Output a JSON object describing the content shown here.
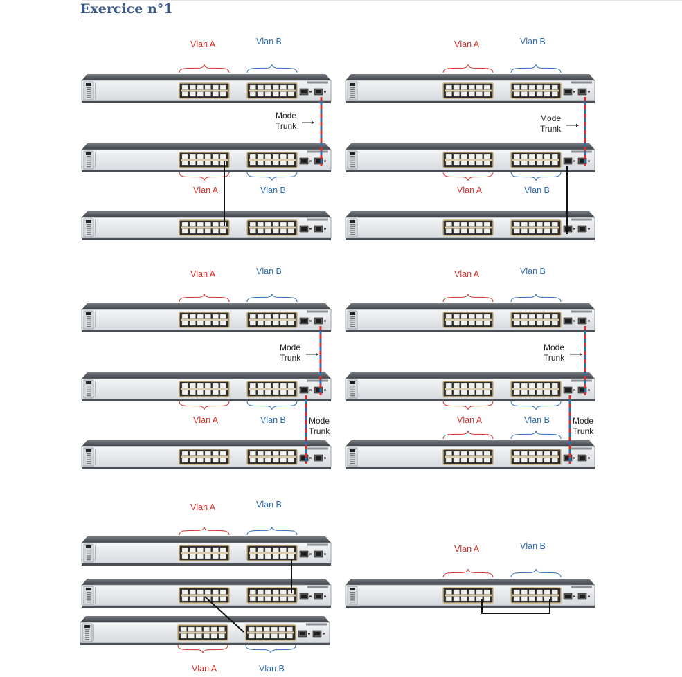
{
  "document": {
    "title": "Exercice n°1"
  },
  "labels": {
    "vlan_a": "Vlan A",
    "vlan_b": "Vlan B",
    "mode": "Mode",
    "trunk": "Trunk"
  },
  "colors": {
    "title": "#3b5a88",
    "vlan_a": "#d9302c",
    "vlan_b": "#2f6db3",
    "switch_body": "#e9ebee",
    "switch_top": "#4c5157",
    "port_frame": "#c9b27c",
    "cable": "#111111"
  },
  "diagrams": [
    {
      "id": "diagram-1",
      "switches": 3,
      "trunks": 1,
      "access_link": "A-to-A",
      "description": "two stacked switches joined by trunk, third switch by access link in Vlan A"
    },
    {
      "id": "diagram-2",
      "switches": 3,
      "trunks": 1,
      "access_link": "uplink-to-uplink"
    },
    {
      "id": "diagram-3",
      "switches": 3,
      "trunks": 2
    },
    {
      "id": "diagram-4",
      "switches": 3,
      "trunks": 2
    },
    {
      "id": "diagram-5",
      "switches": 3,
      "trunks": 0
    },
    {
      "id": "diagram-6",
      "switches": 1,
      "trunks": 0
    }
  ]
}
